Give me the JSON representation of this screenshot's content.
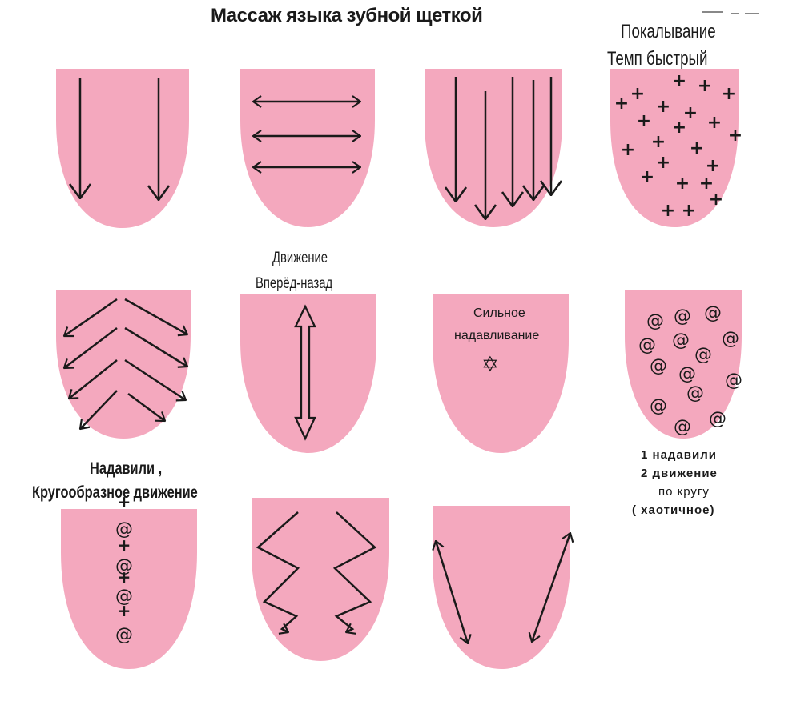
{
  "title": "Массаж языка зубной щеткой",
  "colors": {
    "tongue": "#f4a8be",
    "ink": "#1a1a1a"
  },
  "labels": {
    "pricking_line1": "Покалывание",
    "pricking_line2": "Темп быстрый",
    "back_forth_line1": "Движение",
    "back_forth_line2": "Вперёд-назад",
    "strong_press_line1": "Сильное",
    "strong_press_line2": "надавливание",
    "press_circular_line1": "Надавили ,",
    "press_circular_line2": "Кругообразное движение",
    "chaotic_line1": "1 надавили",
    "chaotic_line2": "2 движение",
    "chaotic_line3": "по кругу",
    "chaotic_line4": "( хаотичное)"
  },
  "symbols": {
    "spiral": "@",
    "plus": "+",
    "star": "✡"
  }
}
